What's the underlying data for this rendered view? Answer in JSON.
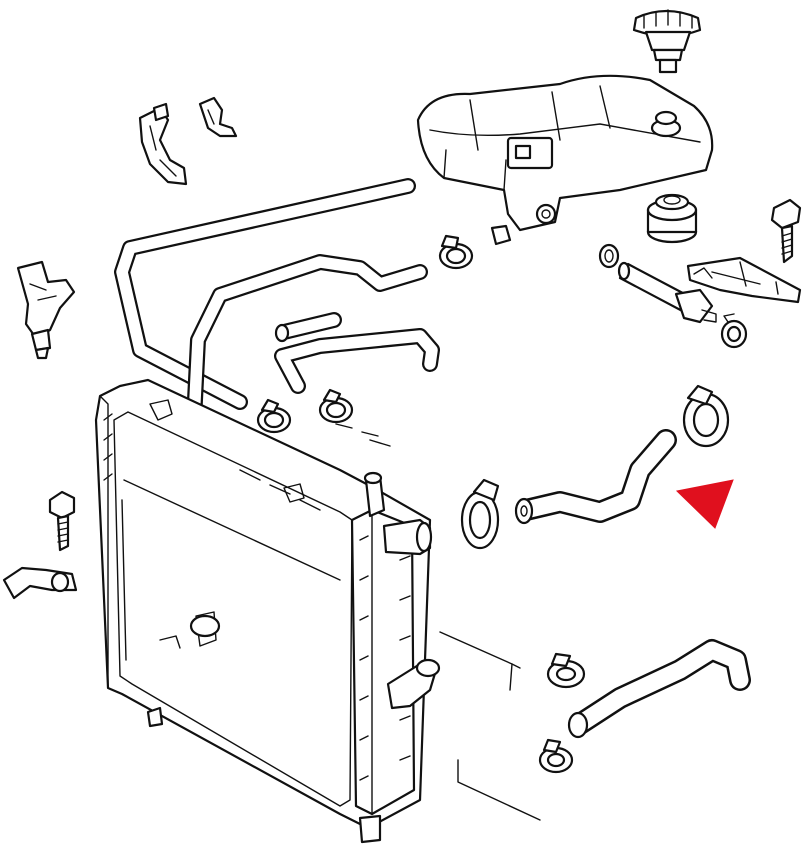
{
  "diagram": {
    "highlight_color": "#e0101e",
    "line_color": "#111111",
    "background": "#ffffff",
    "parts": [
      "radiator",
      "expansion-tank",
      "radiator-cap",
      "upper-radiator-hose",
      "lower-radiator-hose",
      "overflow-hose",
      "hose-clamps",
      "mounting-brackets",
      "bolts",
      "sensor-switch"
    ],
    "highlighted_part": "upper-radiator-hose",
    "pointer_icon": "triangle-arrow-icon"
  }
}
